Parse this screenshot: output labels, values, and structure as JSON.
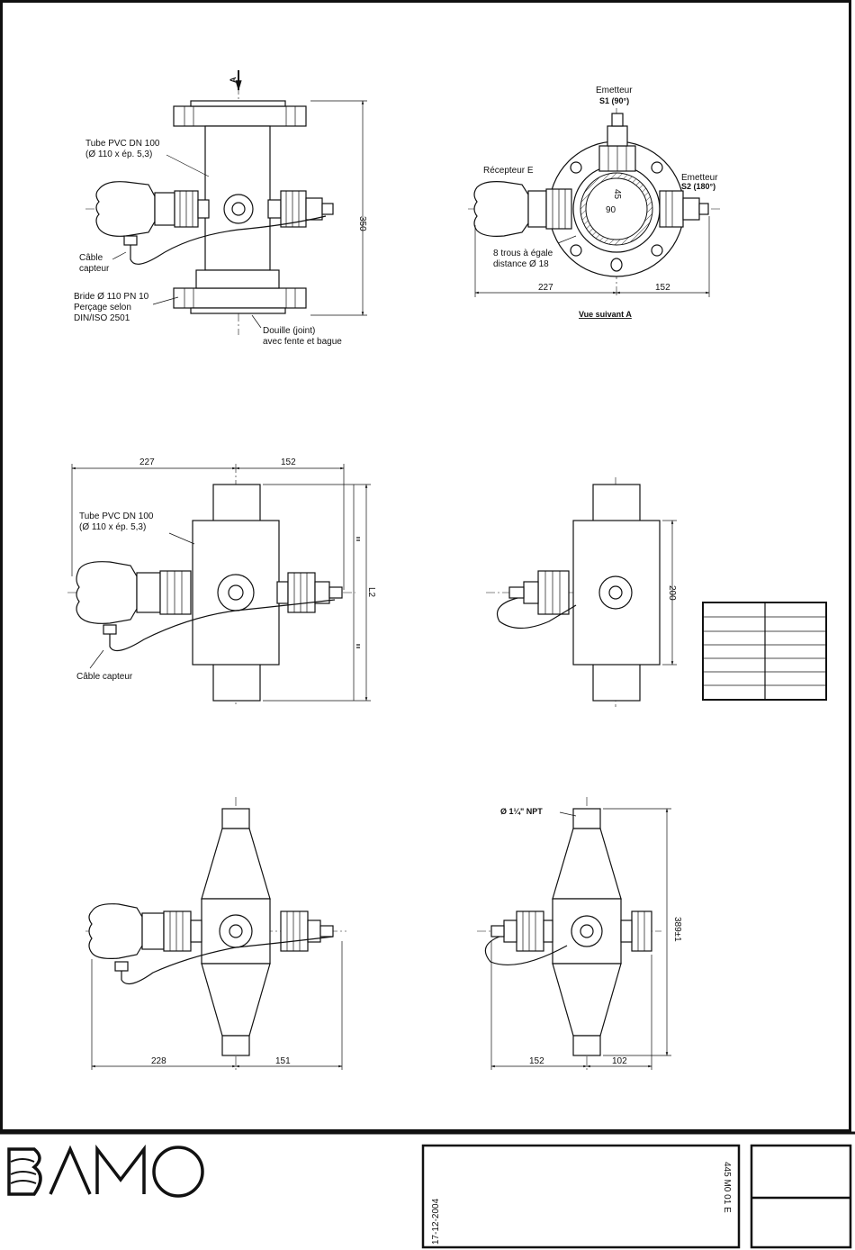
{
  "drawing": {
    "view1": {
      "arrow_label": "A",
      "tube_label_1": "Tube PVC DN 100",
      "tube_label_2": "(Ø 110 x ép. 5,3)",
      "cable_label_1": "Câble",
      "cable_label_2": "capteur",
      "flange_label_1": "Bride Ø 110 PN 10",
      "flange_label_2": "Perçage selon",
      "flange_label_3": "DIN/ISO 2501",
      "socket_label_1": "Douille (joint)",
      "socket_label_2": "avec fente et bague",
      "dim_height": "350"
    },
    "view2": {
      "emitter1_label": "Emetteur",
      "emitter1_sub": "S1 (90°)",
      "receiver_label": "Récepteur E",
      "emitter2_label": "Emetteur",
      "emitter2_sub": "S2 (180°)",
      "holes_label_1": "8 trous à égale",
      "holes_label_2": "distance Ø 18",
      "dim_left": "227",
      "dim_right": "152",
      "dim_center_a": "45",
      "dim_center_b": "90",
      "caption": "Vue suivant A"
    },
    "view3": {
      "tube_label_1": "Tube PVC DN 100",
      "tube_label_2": "(Ø 110 x ép. 5,3)",
      "cable_label": "Câble capteur",
      "dim_left": "227",
      "dim_right": "152",
      "dim_height": "L2"
    },
    "view4": {
      "dim_height": "200"
    },
    "view5": {
      "dim_left": "228",
      "dim_right": "151"
    },
    "view6": {
      "thread_label": "Ø 1¼\" NPT",
      "dim_height": "389±1",
      "dim_left": "152",
      "dim_right": "102"
    }
  },
  "title_block": {
    "brand": "BAMO",
    "date": "17-12-2004",
    "doc_number": "445 M0 01 E"
  }
}
